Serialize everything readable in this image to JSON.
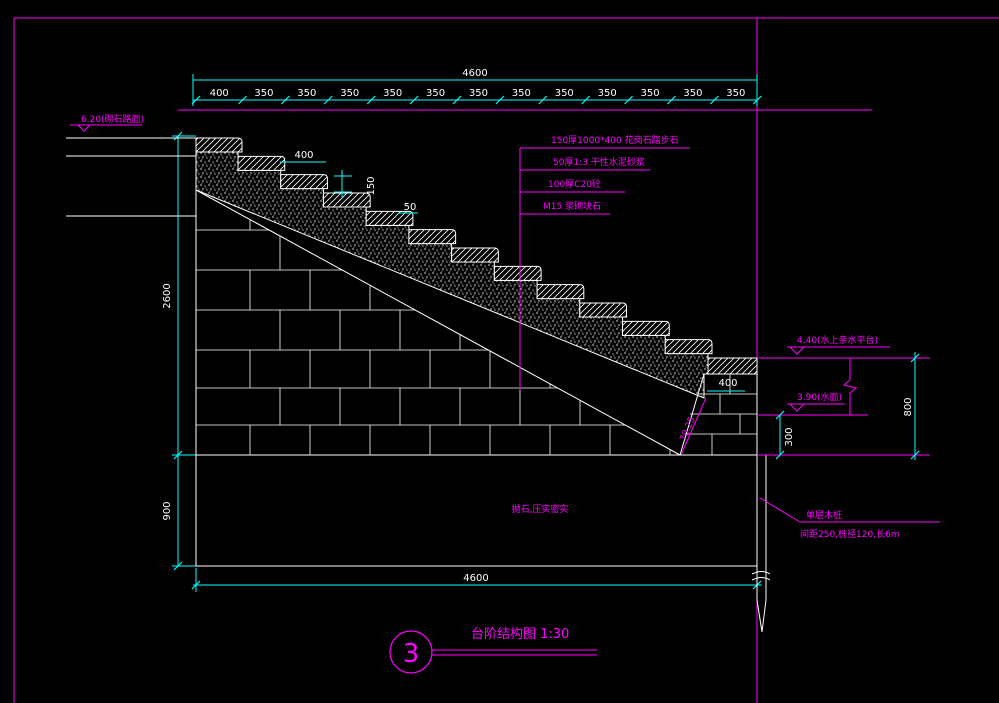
{
  "colors": {
    "background": "#000000",
    "frame": "#ff00ff",
    "dimension": "#00ffff",
    "outline": "#ffffff",
    "text": "#ffffff",
    "annotation": "#ff00ff"
  },
  "dimensions": {
    "top_total": "4600",
    "top_segments": [
      "400",
      "350",
      "350",
      "350",
      "350",
      "350",
      "350",
      "350",
      "350",
      "350",
      "350",
      "350",
      "350"
    ],
    "bottom_total": "4600",
    "left_height": "2600",
    "left_base": "900",
    "right_height": "800",
    "right_small": "300",
    "tread_width": "400",
    "riser_height": "150",
    "nosing": "50",
    "landing_width": "400",
    "slope_angle": "70.25"
  },
  "levels": {
    "top": "6.20(砌石路面)",
    "landing": "4.40(水上亲水平台)",
    "water": "3.90(水面)"
  },
  "layers": [
    "150厚1000*400 花岗石踏步石",
    "50厚1:3 干性水泥砂浆",
    "100厚C20砼",
    "M15 浆砌块石"
  ],
  "fill_label": "抛石,压实密实",
  "pile_note_line1": "单层木桩",
  "pile_note_line2": "间距250,桩径120,长6m",
  "title": {
    "number": "3",
    "text": "台阶结构图 1:30"
  }
}
